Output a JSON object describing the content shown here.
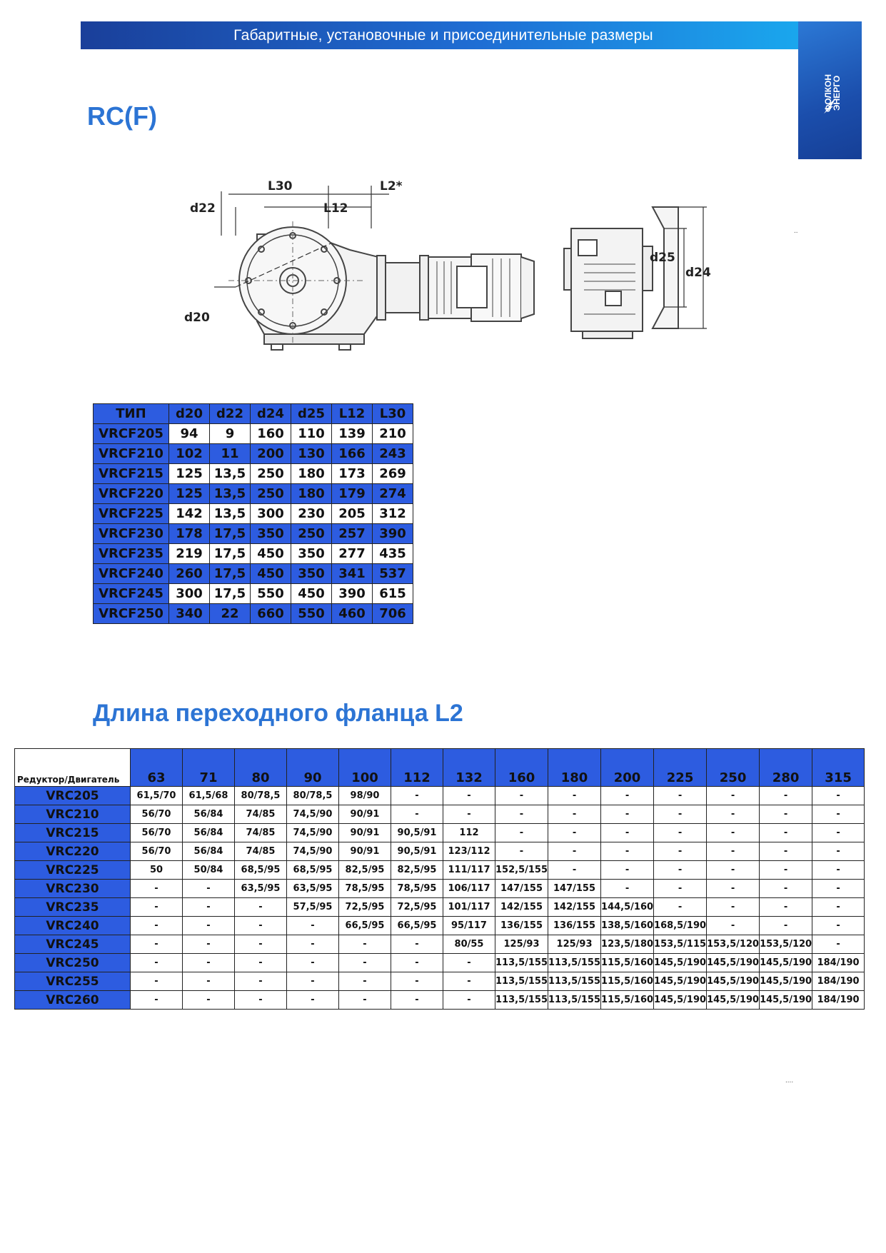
{
  "header": {
    "banner_text": "Габаритные, установочные и присоединительные размеры",
    "logo_text": "ФОЛКОН ЭНЕРГО",
    "colors": {
      "banner_start": "#1a3f9a",
      "banner_end": "#1aa8ee",
      "heading": "#2c74d4",
      "table_blue": "#2d5ce0"
    }
  },
  "section1": {
    "title": "RC(F)"
  },
  "drawing": {
    "labels": {
      "d22": "d22",
      "l30": "L30",
      "l2": "L2*",
      "l12": "L12",
      "d20": "d20",
      "d25": "d25",
      "d24": "d24"
    },
    "marks": {
      "top_right": "..",
      "bottom_right": "...."
    }
  },
  "dims_table": {
    "columns": [
      "ТИП",
      "d20",
      "d22",
      "d24",
      "d25",
      "L12",
      "L30"
    ],
    "rows": [
      [
        "VRCF205",
        "94",
        "9",
        "160",
        "110",
        "139",
        "210"
      ],
      [
        "VRCF210",
        "102",
        "11",
        "200",
        "130",
        "166",
        "243"
      ],
      [
        "VRCF215",
        "125",
        "13,5",
        "250",
        "180",
        "173",
        "269"
      ],
      [
        "VRCF220",
        "125",
        "13,5",
        "250",
        "180",
        "179",
        "274"
      ],
      [
        "VRCF225",
        "142",
        "13,5",
        "300",
        "230",
        "205",
        "312"
      ],
      [
        "VRCF230",
        "178",
        "17,5",
        "350",
        "250",
        "257",
        "390"
      ],
      [
        "VRCF235",
        "219",
        "17,5",
        "450",
        "350",
        "277",
        "435"
      ],
      [
        "VRCF240",
        "260",
        "17,5",
        "450",
        "350",
        "341",
        "537"
      ],
      [
        "VRCF245",
        "300",
        "17,5",
        "550",
        "450",
        "390",
        "615"
      ],
      [
        "VRCF250",
        "340",
        "22",
        "660",
        "550",
        "460",
        "706"
      ]
    ]
  },
  "section2": {
    "title": "Длина переходного фланца L2"
  },
  "l2_table": {
    "corner": "Редуктор/Двигатель",
    "columns": [
      "63",
      "71",
      "80",
      "90",
      "100",
      "112",
      "132",
      "160",
      "180",
      "200",
      "225",
      "250",
      "280",
      "315"
    ],
    "rows": [
      {
        "name": "VRC205",
        "values": [
          "61,5/70",
          "61,5/68",
          "80/78,5",
          "80/78,5",
          "98/90",
          "-",
          "-",
          "-",
          "-",
          "-",
          "-",
          "-",
          "-",
          "-"
        ]
      },
      {
        "name": "VRC210",
        "values": [
          "56/70",
          "56/84",
          "74/85",
          "74,5/90",
          "90/91",
          "-",
          "-",
          "-",
          "-",
          "-",
          "-",
          "-",
          "-",
          "-"
        ]
      },
      {
        "name": "VRC215",
        "values": [
          "56/70",
          "56/84",
          "74/85",
          "74,5/90",
          "90/91",
          "90,5/91",
          "112",
          "-",
          "-",
          "-",
          "-",
          "-",
          "-",
          "-"
        ]
      },
      {
        "name": "VRC220",
        "values": [
          "56/70",
          "56/84",
          "74/85",
          "74,5/90",
          "90/91",
          "90,5/91",
          "123/112",
          "-",
          "-",
          "-",
          "-",
          "-",
          "-",
          "-"
        ]
      },
      {
        "name": "VRC225",
        "values": [
          "50",
          "50/84",
          "68,5/95",
          "68,5/95",
          "82,5/95",
          "82,5/95",
          "111/117",
          "152,5/155",
          "-",
          "-",
          "-",
          "-",
          "-",
          "-"
        ]
      },
      {
        "name": "VRC230",
        "values": [
          "-",
          "-",
          "63,5/95",
          "63,5/95",
          "78,5/95",
          "78,5/95",
          "106/117",
          "147/155",
          "147/155",
          "-",
          "-",
          "-",
          "-",
          "-"
        ]
      },
      {
        "name": "VRC235",
        "values": [
          "-",
          "-",
          "-",
          "57,5/95",
          "72,5/95",
          "72,5/95",
          "101/117",
          "142/155",
          "142/155",
          "144,5/160",
          "-",
          "-",
          "-",
          "-"
        ]
      },
      {
        "name": "VRC240",
        "values": [
          "-",
          "-",
          "-",
          "-",
          "66,5/95",
          "66,5/95",
          "95/117",
          "136/155",
          "136/155",
          "138,5/160",
          "168,5/190",
          "-",
          "-",
          "-"
        ]
      },
      {
        "name": "VRC245",
        "values": [
          "-",
          "-",
          "-",
          "-",
          "-",
          "-",
          "80/55",
          "125/93",
          "125/93",
          "123,5/180",
          "153,5/115",
          "153,5/120",
          "153,5/120",
          "-"
        ]
      },
      {
        "name": "VRC250",
        "values": [
          "-",
          "-",
          "-",
          "-",
          "-",
          "-",
          "-",
          "113,5/155",
          "113,5/155",
          "115,5/160",
          "145,5/190",
          "145,5/190",
          "145,5/190",
          "184/190"
        ]
      },
      {
        "name": "VRC255",
        "values": [
          "-",
          "-",
          "-",
          "-",
          "-",
          "-",
          "-",
          "113,5/155",
          "113,5/155",
          "115,5/160",
          "145,5/190",
          "145,5/190",
          "145,5/190",
          "184/190"
        ]
      },
      {
        "name": "VRC260",
        "values": [
          "-",
          "-",
          "-",
          "-",
          "-",
          "-",
          "-",
          "113,5/155",
          "113,5/155",
          "115,5/160",
          "145,5/190",
          "145,5/190",
          "145,5/190",
          "184/190"
        ]
      }
    ]
  }
}
